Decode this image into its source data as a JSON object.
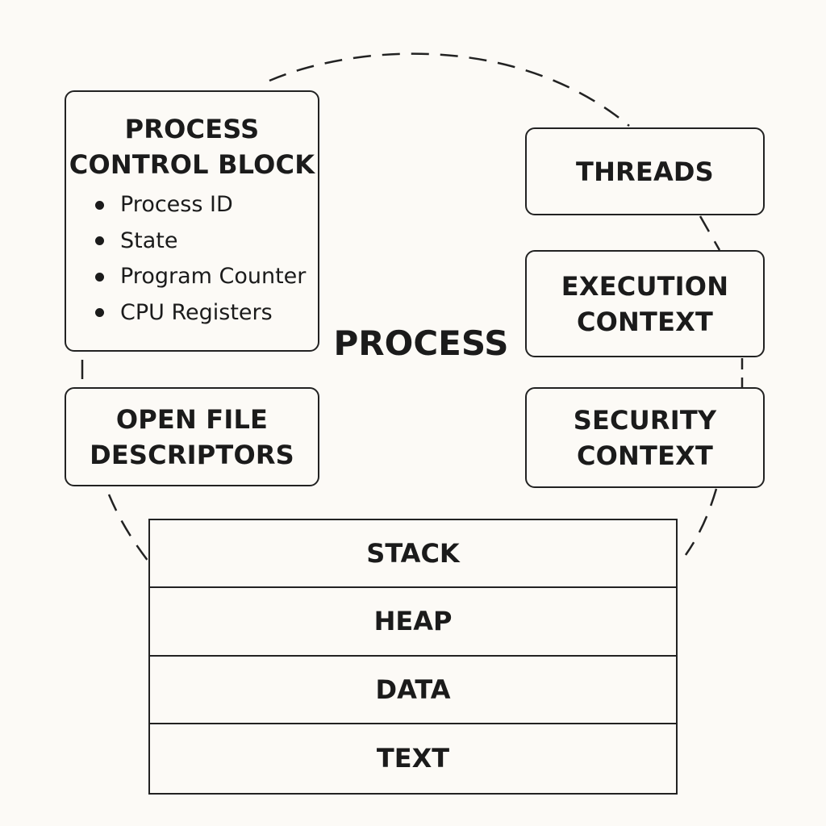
{
  "diagram": {
    "center_label": "PROCESS",
    "pcb": {
      "title_line1": "PROCESS",
      "title_line2": "CONTROL BLOCK",
      "items": [
        "Process ID",
        "State",
        "Program Counter",
        "CPU Registers"
      ]
    },
    "open_files": {
      "line1": "OPEN FILE",
      "line2": "DESCRIPTORS"
    },
    "threads": {
      "label": "THREADS"
    },
    "execution_context": {
      "line1": "EXECUTION",
      "line2": "CONTEXT"
    },
    "security_context": {
      "line1": "SECURITY",
      "line2": "CONTEXT"
    },
    "memory_segments": [
      "STACK",
      "HEAP",
      "DATA",
      "TEXT"
    ]
  }
}
